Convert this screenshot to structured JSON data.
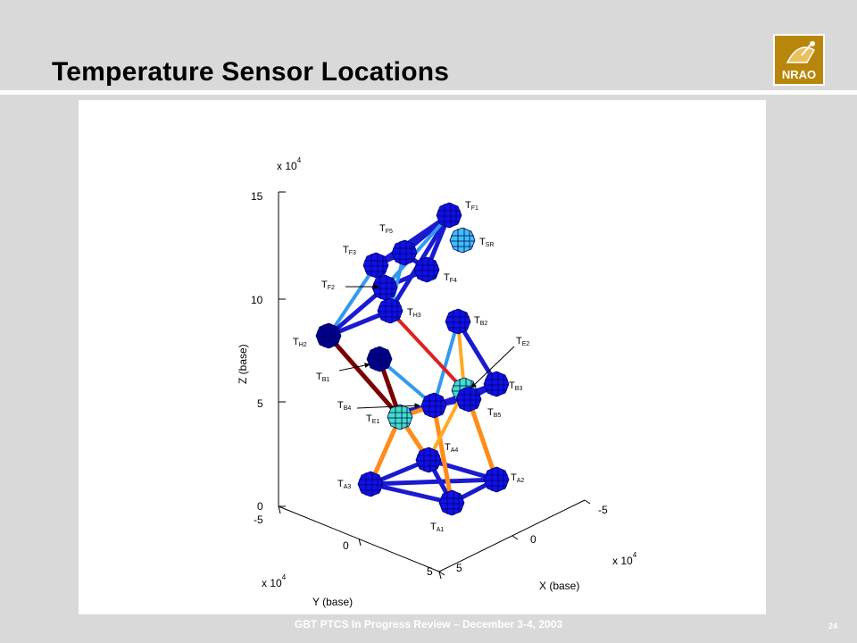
{
  "slide": {
    "title": "Temperature Sensor Locations",
    "footer": "GBT PTCS In Progress  Review – December 3-4, 2003",
    "page_number": "24",
    "logo_text": "NRAO"
  },
  "plot": {
    "z_axis": {
      "label": "Z (base)",
      "ticks": [
        "0",
        "5",
        "10",
        "15"
      ],
      "multiplier_base": "x 10",
      "multiplier_exp": "4"
    },
    "y_axis": {
      "label": "Y (base)",
      "ticks": [
        "-5",
        "0",
        "5"
      ],
      "multiplier_base": "x 10",
      "multiplier_exp": "4"
    },
    "x_axis": {
      "label": "X (base)",
      "ticks": [
        "-5",
        "0",
        "5"
      ],
      "multiplier_base": "x 10",
      "multiplier_exp": "4"
    },
    "sensor_labels": [
      {
        "id": "F1",
        "main": "T",
        "sub": "F1"
      },
      {
        "id": "F5",
        "main": "T",
        "sub": "F5"
      },
      {
        "id": "SR",
        "main": "T",
        "sub": "SR"
      },
      {
        "id": "F3",
        "main": "T",
        "sub": "F3"
      },
      {
        "id": "F4",
        "main": "T",
        "sub": "F4"
      },
      {
        "id": "F2",
        "main": "T",
        "sub": "F2"
      },
      {
        "id": "H3",
        "main": "T",
        "sub": "H3"
      },
      {
        "id": "B2",
        "main": "T",
        "sub": "B2"
      },
      {
        "id": "H2",
        "main": "T",
        "sub": "H2"
      },
      {
        "id": "E2",
        "main": "T",
        "sub": "E2"
      },
      {
        "id": "B1",
        "main": "T",
        "sub": "B1"
      },
      {
        "id": "B3",
        "main": "T",
        "sub": "B3"
      },
      {
        "id": "B4",
        "main": "T",
        "sub": "B4"
      },
      {
        "id": "B5",
        "main": "T",
        "sub": "B5"
      },
      {
        "id": "E1",
        "main": "T",
        "sub": "E1"
      },
      {
        "id": "A4",
        "main": "T",
        "sub": "A4"
      },
      {
        "id": "A2",
        "main": "T",
        "sub": "A2"
      },
      {
        "id": "A3",
        "main": "T",
        "sub": "A3"
      },
      {
        "id": "A1",
        "main": "T",
        "sub": "A1"
      }
    ]
  },
  "colors": {
    "background": "#d9d9d9",
    "panel": "#ffffff",
    "logo_gold": "#b8860b",
    "node_blue": "#1010e8",
    "node_dark_blue": "#00008b",
    "node_cyan": "#40c0f0",
    "node_aqua": "#40e0c0",
    "strut_blue": "#1a1ad0",
    "strut_lightblue": "#3399ee",
    "strut_orange": "#ff8c1a",
    "strut_yellow_orange": "#ffaa22",
    "strut_red": "#e02020",
    "strut_darkred": "#7a0000"
  }
}
